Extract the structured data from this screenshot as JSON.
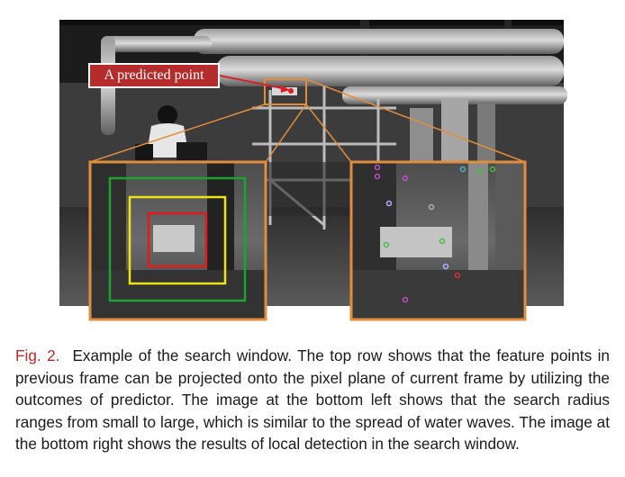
{
  "figure": {
    "callout_label": "A predicted point",
    "colors": {
      "callout_bg": "#b52c2c",
      "arrow": "#d8202a",
      "zoom_frame": "#e28d3c",
      "ring_small": "#e21b1b",
      "ring_medium": "#f0e21a",
      "ring_large": "#1fa032"
    },
    "zoom_left_rings": [
      "small",
      "medium",
      "large"
    ]
  },
  "caption": {
    "label": "Fig. 2.",
    "text": "Example of the search window. The top row shows that the feature points in previous frame can be projected onto the pixel plane of current frame by utilizing the outcomes of predictor. The image at the bottom left shows that the search radius ranges from small to large, which is similar to the spread of water waves. The image at the bottom right shows the results of local detection in the search window."
  }
}
